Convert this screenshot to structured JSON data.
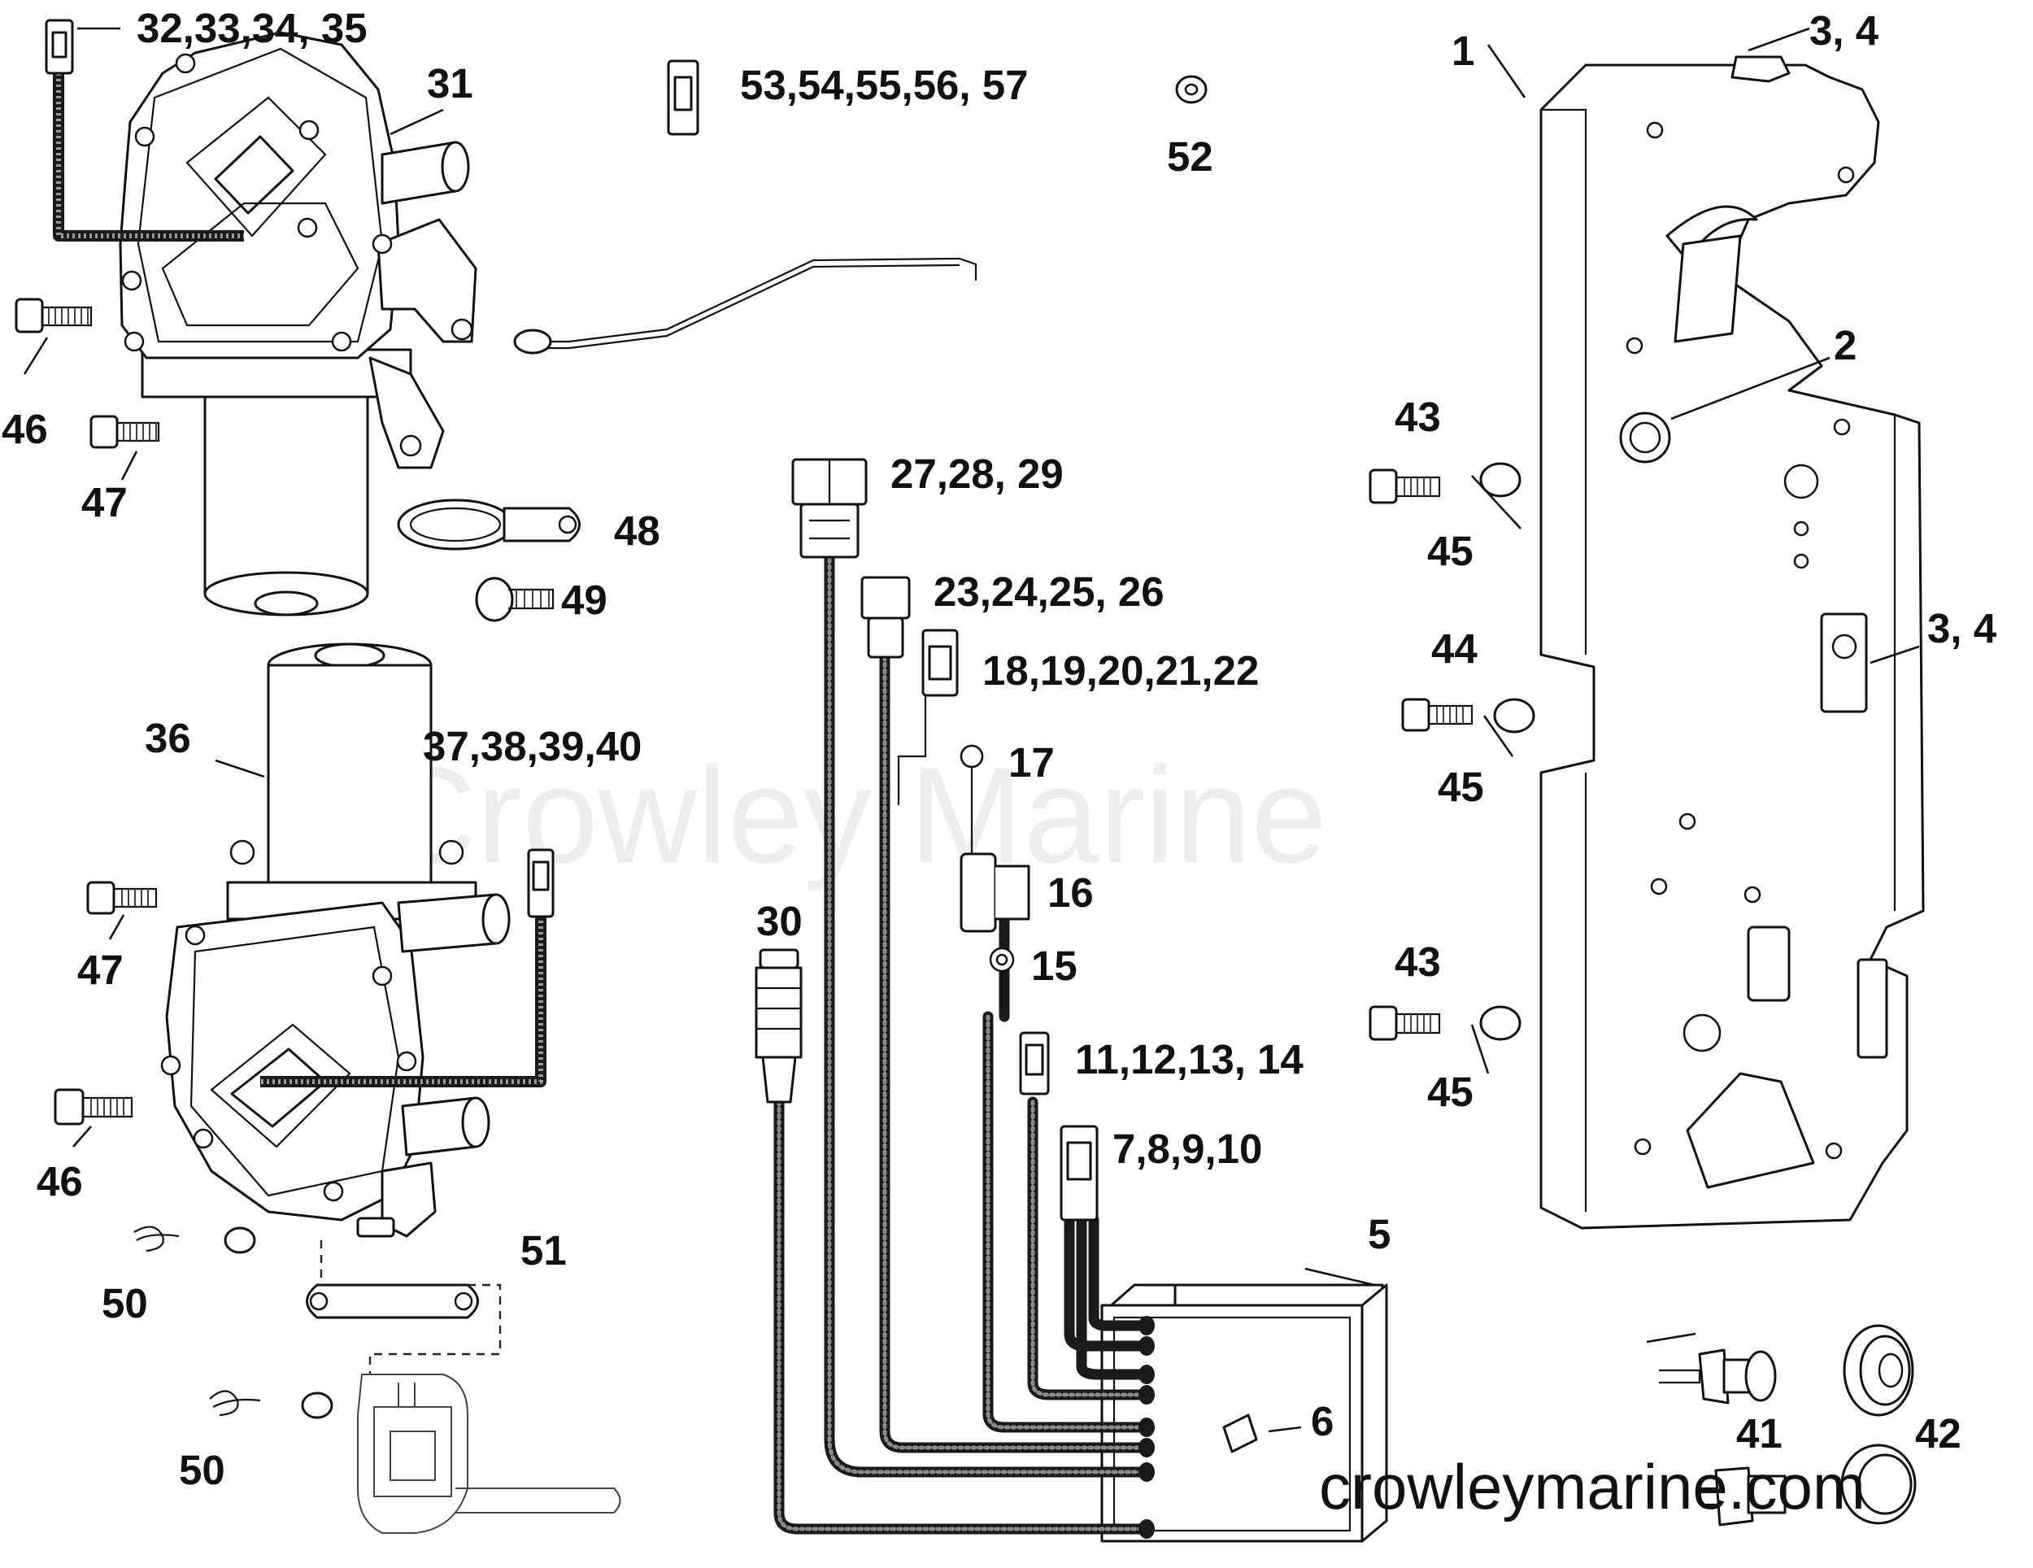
{
  "diagram": {
    "watermark": "Crowley Marine",
    "website": "crowleymarine.com",
    "callouts": {
      "c1": "1",
      "c2": "2",
      "c3a": "3, 4",
      "c3b": "3, 4",
      "c5": "5",
      "c6": "6",
      "c7": "7,8,9,10",
      "c11": "11,12,13, 14",
      "c15": "15",
      "c16": "16",
      "c17": "17",
      "c18": "18,19,20,21,22",
      "c23": "23,24,25, 26",
      "c27": "27,28, 29",
      "c30": "30",
      "c31": "31",
      "c32": "32,33,34, 35",
      "c36": "36",
      "c37": "37,38,39,40",
      "c41": "41",
      "c42": "42",
      "c43a": "43",
      "c43b": "43",
      "c44": "44",
      "c45a": "45",
      "c45b": "45",
      "c45c": "45",
      "c46a": "46",
      "c46b": "46",
      "c47a": "47",
      "c47b": "47",
      "c48": "48",
      "c49": "49",
      "c50a": "50",
      "c50b": "50",
      "c51": "51",
      "c52": "52",
      "c53": "53,54,55,56, 57"
    }
  }
}
